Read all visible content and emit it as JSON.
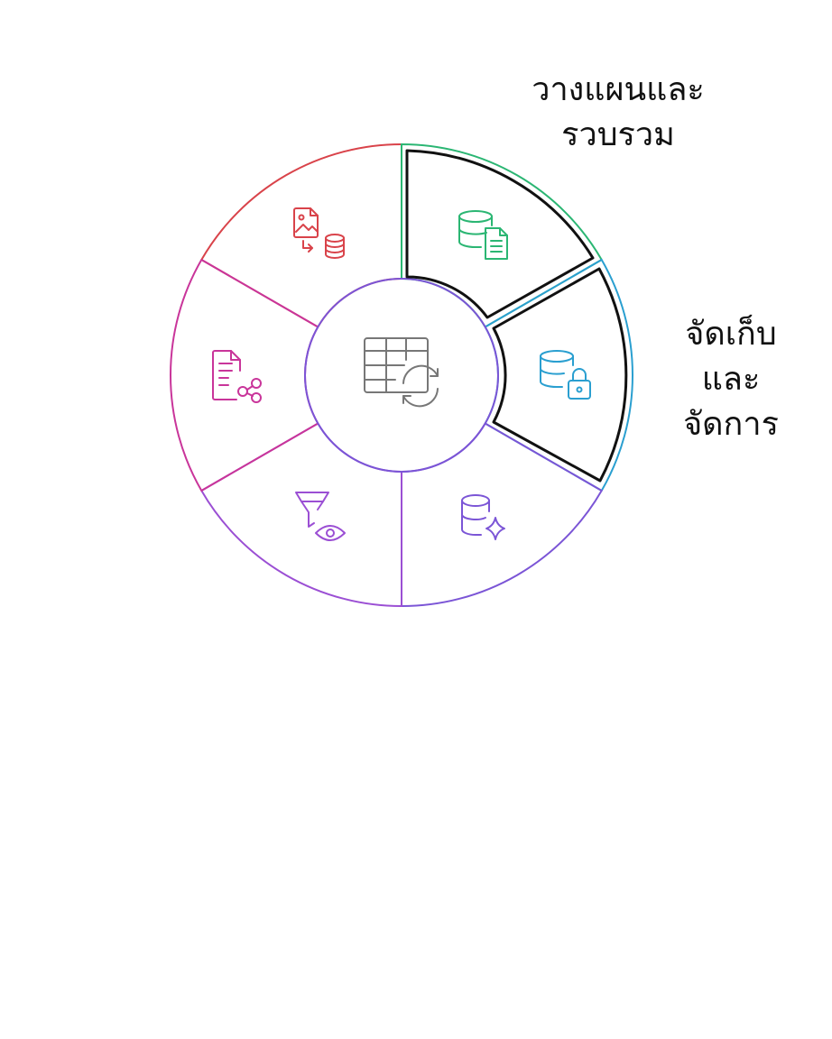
{
  "diagram": {
    "colors": {
      "red": "#d9434a",
      "green": "#2bb673",
      "blue": "#2a9fd0",
      "violet": "#7b55d6",
      "purple": "#9b4fd4",
      "magenta": "#c9359a",
      "gray": "#777777",
      "highlight": "#111111"
    },
    "segments": [
      {
        "id": "data-gathering",
        "icon": "image-to-database-icon",
        "color": "red",
        "highlighted": false
      },
      {
        "id": "plan-collect",
        "icon": "database-document-icon",
        "color": "green",
        "highlighted": true
      },
      {
        "id": "store-manage",
        "icon": "database-lock-icon",
        "color": "blue",
        "highlighted": true
      },
      {
        "id": "analyze",
        "icon": "database-sparkle-icon",
        "color": "violet",
        "highlighted": false
      },
      {
        "id": "filter-review",
        "icon": "filter-eye-icon",
        "color": "purple",
        "highlighted": false
      },
      {
        "id": "share",
        "icon": "document-share-icon",
        "color": "magenta",
        "highlighted": false
      }
    ],
    "center_icon": "table-refresh-icon",
    "labels": {
      "plan_collect": [
        "วางแผนและ",
        "รวบรวม"
      ],
      "store_manage": [
        "จัดเก็บ",
        "และ",
        "จัดการ"
      ]
    }
  }
}
